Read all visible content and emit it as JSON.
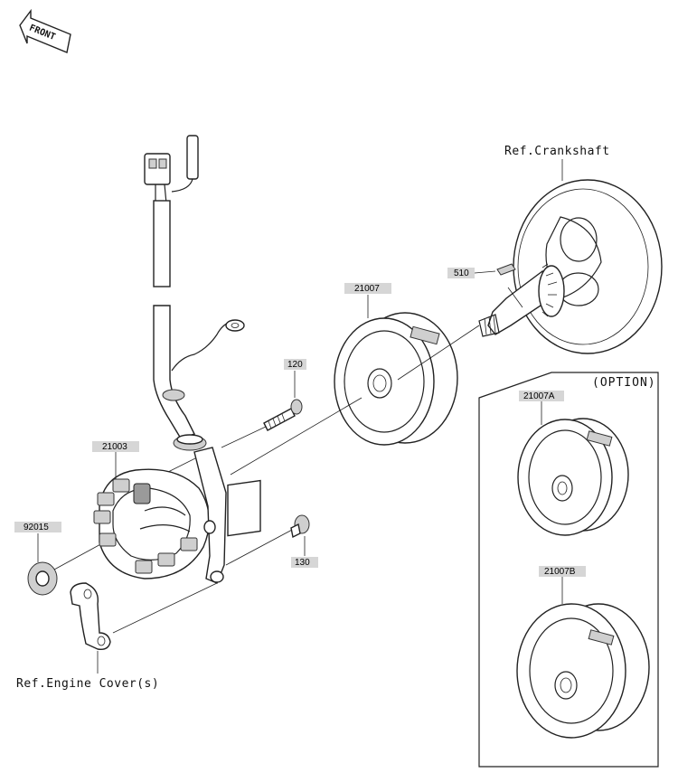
{
  "front_arrow": {
    "label": "FRONT",
    "icon": "front-arrow-icon"
  },
  "references": {
    "crankshaft": "Ref.Crankshaft",
    "engine_cover": "Ref.Engine Cover(s)"
  },
  "option_box": {
    "title": "(OPTION)"
  },
  "parts": [
    {
      "id": "21003",
      "name": "stator"
    },
    {
      "id": "92015",
      "name": "nut"
    },
    {
      "id": "120",
      "name": "bolt"
    },
    {
      "id": "130",
      "name": "bolt"
    },
    {
      "id": "21007",
      "name": "flywheel"
    },
    {
      "id": "510",
      "name": "key"
    },
    {
      "id": "21007A",
      "name": "flywheel-option-a"
    },
    {
      "id": "21007B",
      "name": "flywheel-option-b"
    }
  ],
  "labels": {
    "p21003": "21003",
    "p92015": "92015",
    "p120": "120",
    "p130": "130",
    "p21007": "21007",
    "p510": "510",
    "p21007A": "21007A",
    "p21007B": "21007B"
  }
}
